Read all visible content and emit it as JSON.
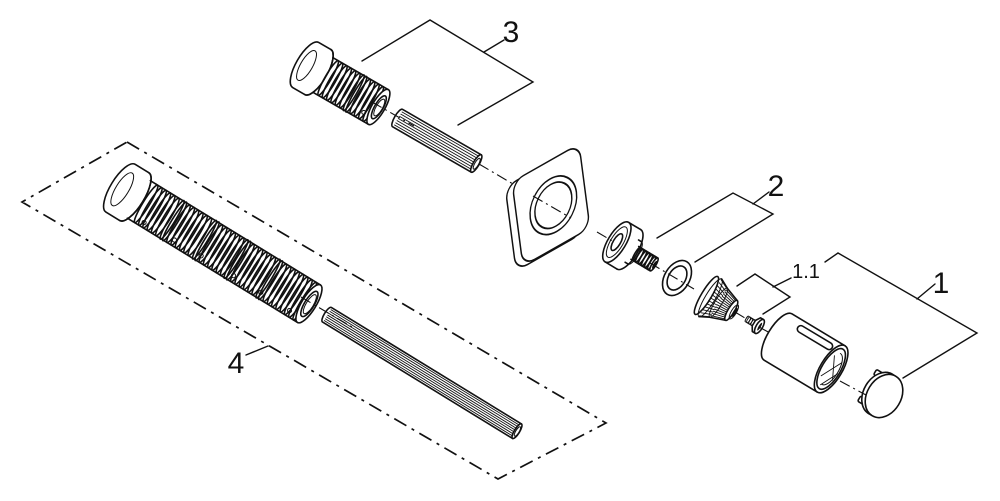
{
  "diagram": {
    "background_color": "#ffffff",
    "line_color": "#111111",
    "callouts": {
      "c1": {
        "label": "1"
      },
      "c11": {
        "label": "1.1"
      },
      "c2": {
        "label": "2"
      },
      "c3": {
        "label": "3"
      },
      "c4": {
        "label": "4"
      }
    }
  }
}
